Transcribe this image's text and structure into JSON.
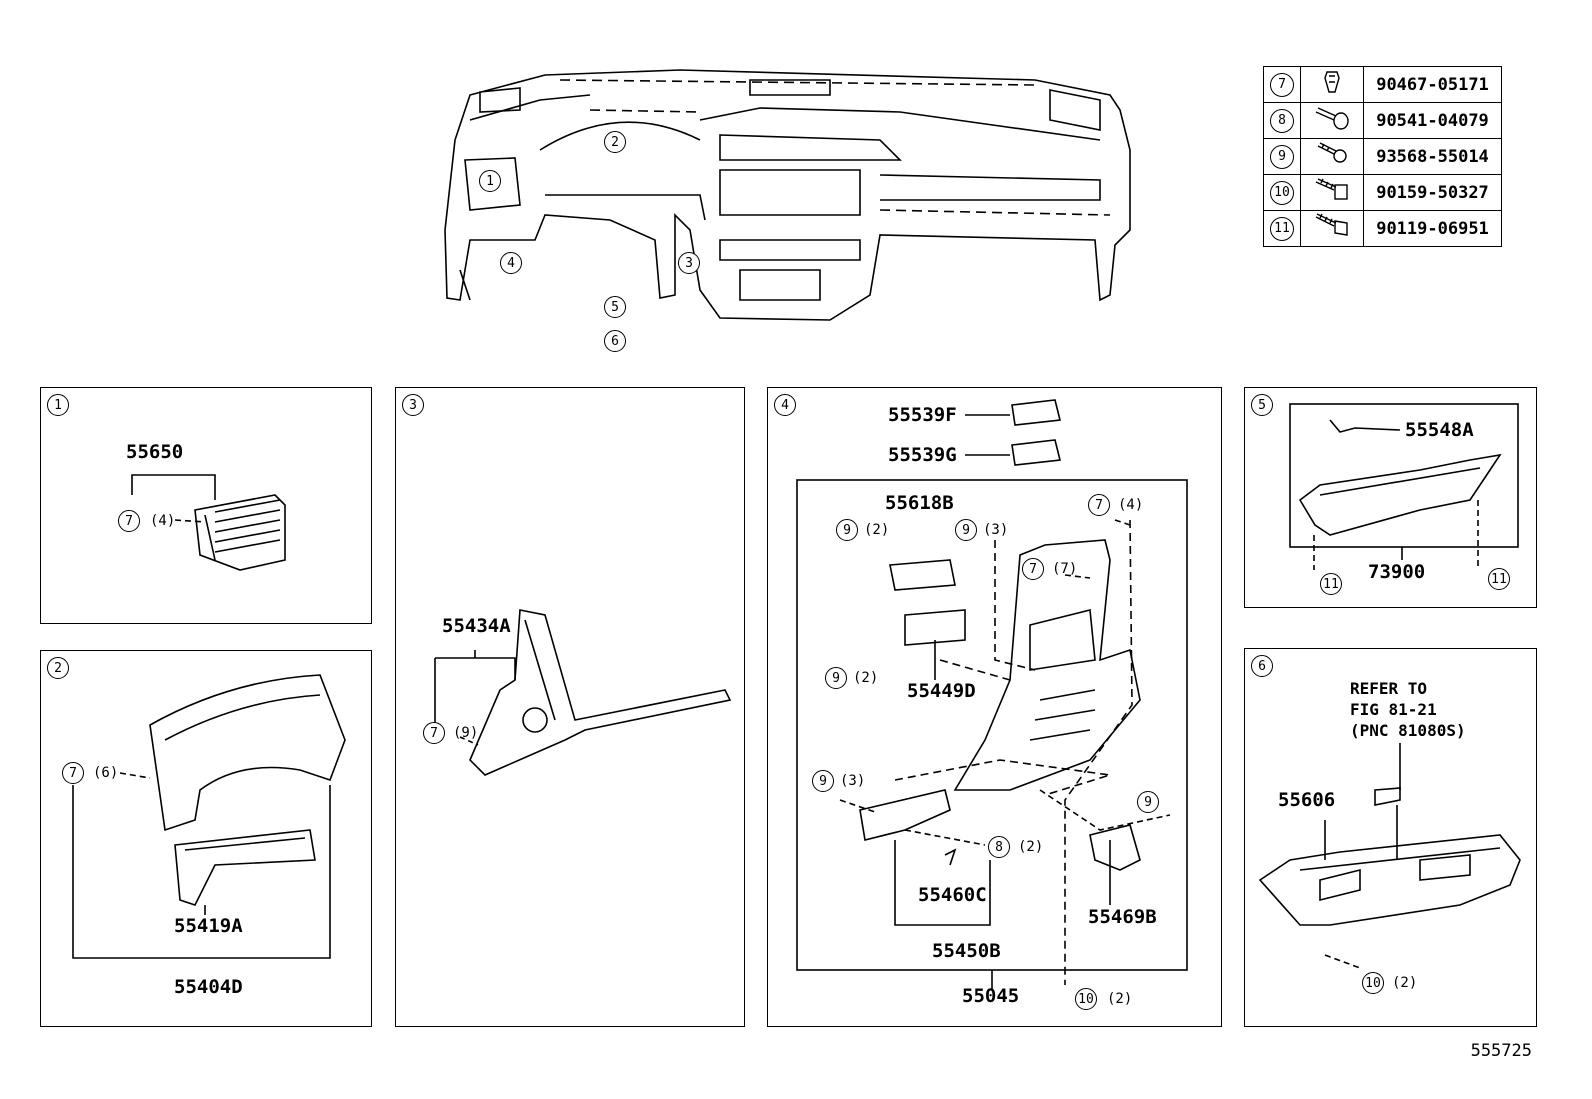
{
  "fastener_table": [
    {
      "ref": "7",
      "part": "90467-05171",
      "icon": "clip-icon"
    },
    {
      "ref": "8",
      "part": "90541-04079",
      "icon": "rivet-icon"
    },
    {
      "ref": "9",
      "part": "93568-55014",
      "icon": "screw-icon"
    },
    {
      "ref": "10",
      "part": "90159-50327",
      "icon": "screw-washer-icon"
    },
    {
      "ref": "11",
      "part": "90119-06951",
      "icon": "bolt-icon"
    }
  ],
  "overview": {
    "refs": [
      "1",
      "2",
      "3",
      "4",
      "5",
      "6"
    ]
  },
  "panel1": {
    "tag": "1",
    "part": "55650",
    "clip_ref": "7",
    "clip_qty": "(4)"
  },
  "panel2": {
    "tag": "2",
    "clip_ref": "7",
    "clip_qty": "(6)",
    "part_a": "55419A",
    "part_b": "55404D"
  },
  "panel3": {
    "tag": "3",
    "part": "55434A",
    "clip_ref": "7",
    "clip_qty": "(9)"
  },
  "panel4": {
    "tag": "4",
    "part_f": "55539F",
    "part_g": "55539G",
    "part_618": "55618B",
    "part_449": "55449D",
    "part_460": "55460C",
    "part_450": "55450B",
    "part_469": "55469B",
    "part_045": "55045",
    "r9_a": "9",
    "q9_a": "(2)",
    "r9_b": "9",
    "q9_b": "(3)",
    "r9_c": "9",
    "q9_c": "(2)",
    "r9_d": "9",
    "q9_d": "(3)",
    "r9_e": "9",
    "r7_a": "7",
    "q7_a": "(4)",
    "r7_b": "7",
    "q7_b": "(7)",
    "r8": "8",
    "q8": "(2)",
    "r10": "10",
    "q10": "(2)"
  },
  "panel5": {
    "tag": "5",
    "part_a": "55548A",
    "part_b": "73900",
    "r11_a": "11",
    "r11_b": "11"
  },
  "panel6": {
    "tag": "6",
    "refer": "REFER TO\nFIG 81-21\n(PNC 81080S)",
    "part": "55606",
    "r10": "10",
    "q10": "(2)"
  },
  "figure_id": "555725"
}
